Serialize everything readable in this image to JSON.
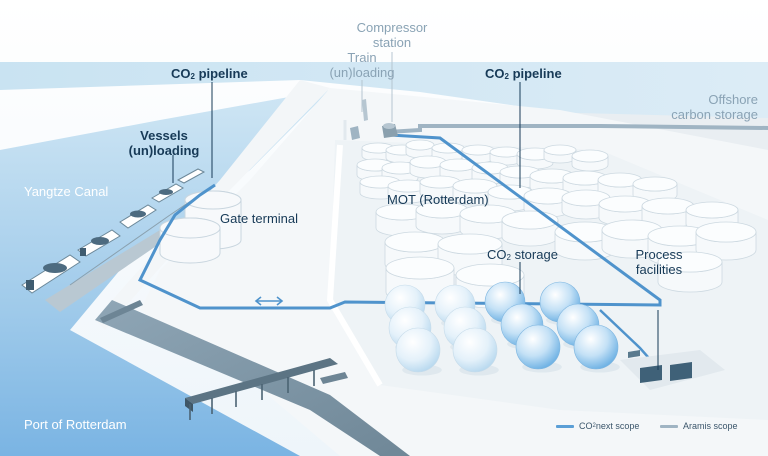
{
  "labels": {
    "compressor_station": [
      "Compressor",
      "station"
    ],
    "train_unloading": [
      "Train",
      "(un)loading"
    ],
    "co2_pipeline_left": {
      "prefix": "CO",
      "sub": "2",
      "suffix": " pipeline"
    },
    "co2_pipeline_right": {
      "prefix": "CO",
      "sub": "2",
      "suffix": " pipeline"
    },
    "offshore_storage": [
      "Offshore",
      "carbon storage"
    ],
    "vessels_unloading": [
      "Vessels",
      "(un)loading"
    ],
    "yangtze_canal": "Yangtze Canal",
    "gate_terminal": "Gate terminal",
    "mot_rotterdam": "MOT (Rotterdam)",
    "co2_storage": {
      "prefix": "CO",
      "sub": "2",
      "suffix": " storage"
    },
    "process_facilities": [
      "Process",
      "facilities"
    ],
    "port_of_rotterdam": "Port of Rotterdam"
  },
  "legend": {
    "co2next": {
      "prefix": "CO",
      "sub": "2",
      "suffix": "next scope",
      "color": "#5b9fd6"
    },
    "aramis": {
      "label": "Aramis scope",
      "color": "#9fb4c3"
    }
  },
  "colors": {
    "co2next_pipeline": "#4f93cc",
    "aramis_pipeline": "#9fb4c3",
    "label_dark": "#173a57",
    "label_grey": "#8aa3b5"
  },
  "icons": {
    "gas_spheres": "sphere-tank-icon",
    "cylindrical_tanks": "tank-icon",
    "vessels": "ship-icon",
    "double_arrow": "double-arrow-icon"
  }
}
